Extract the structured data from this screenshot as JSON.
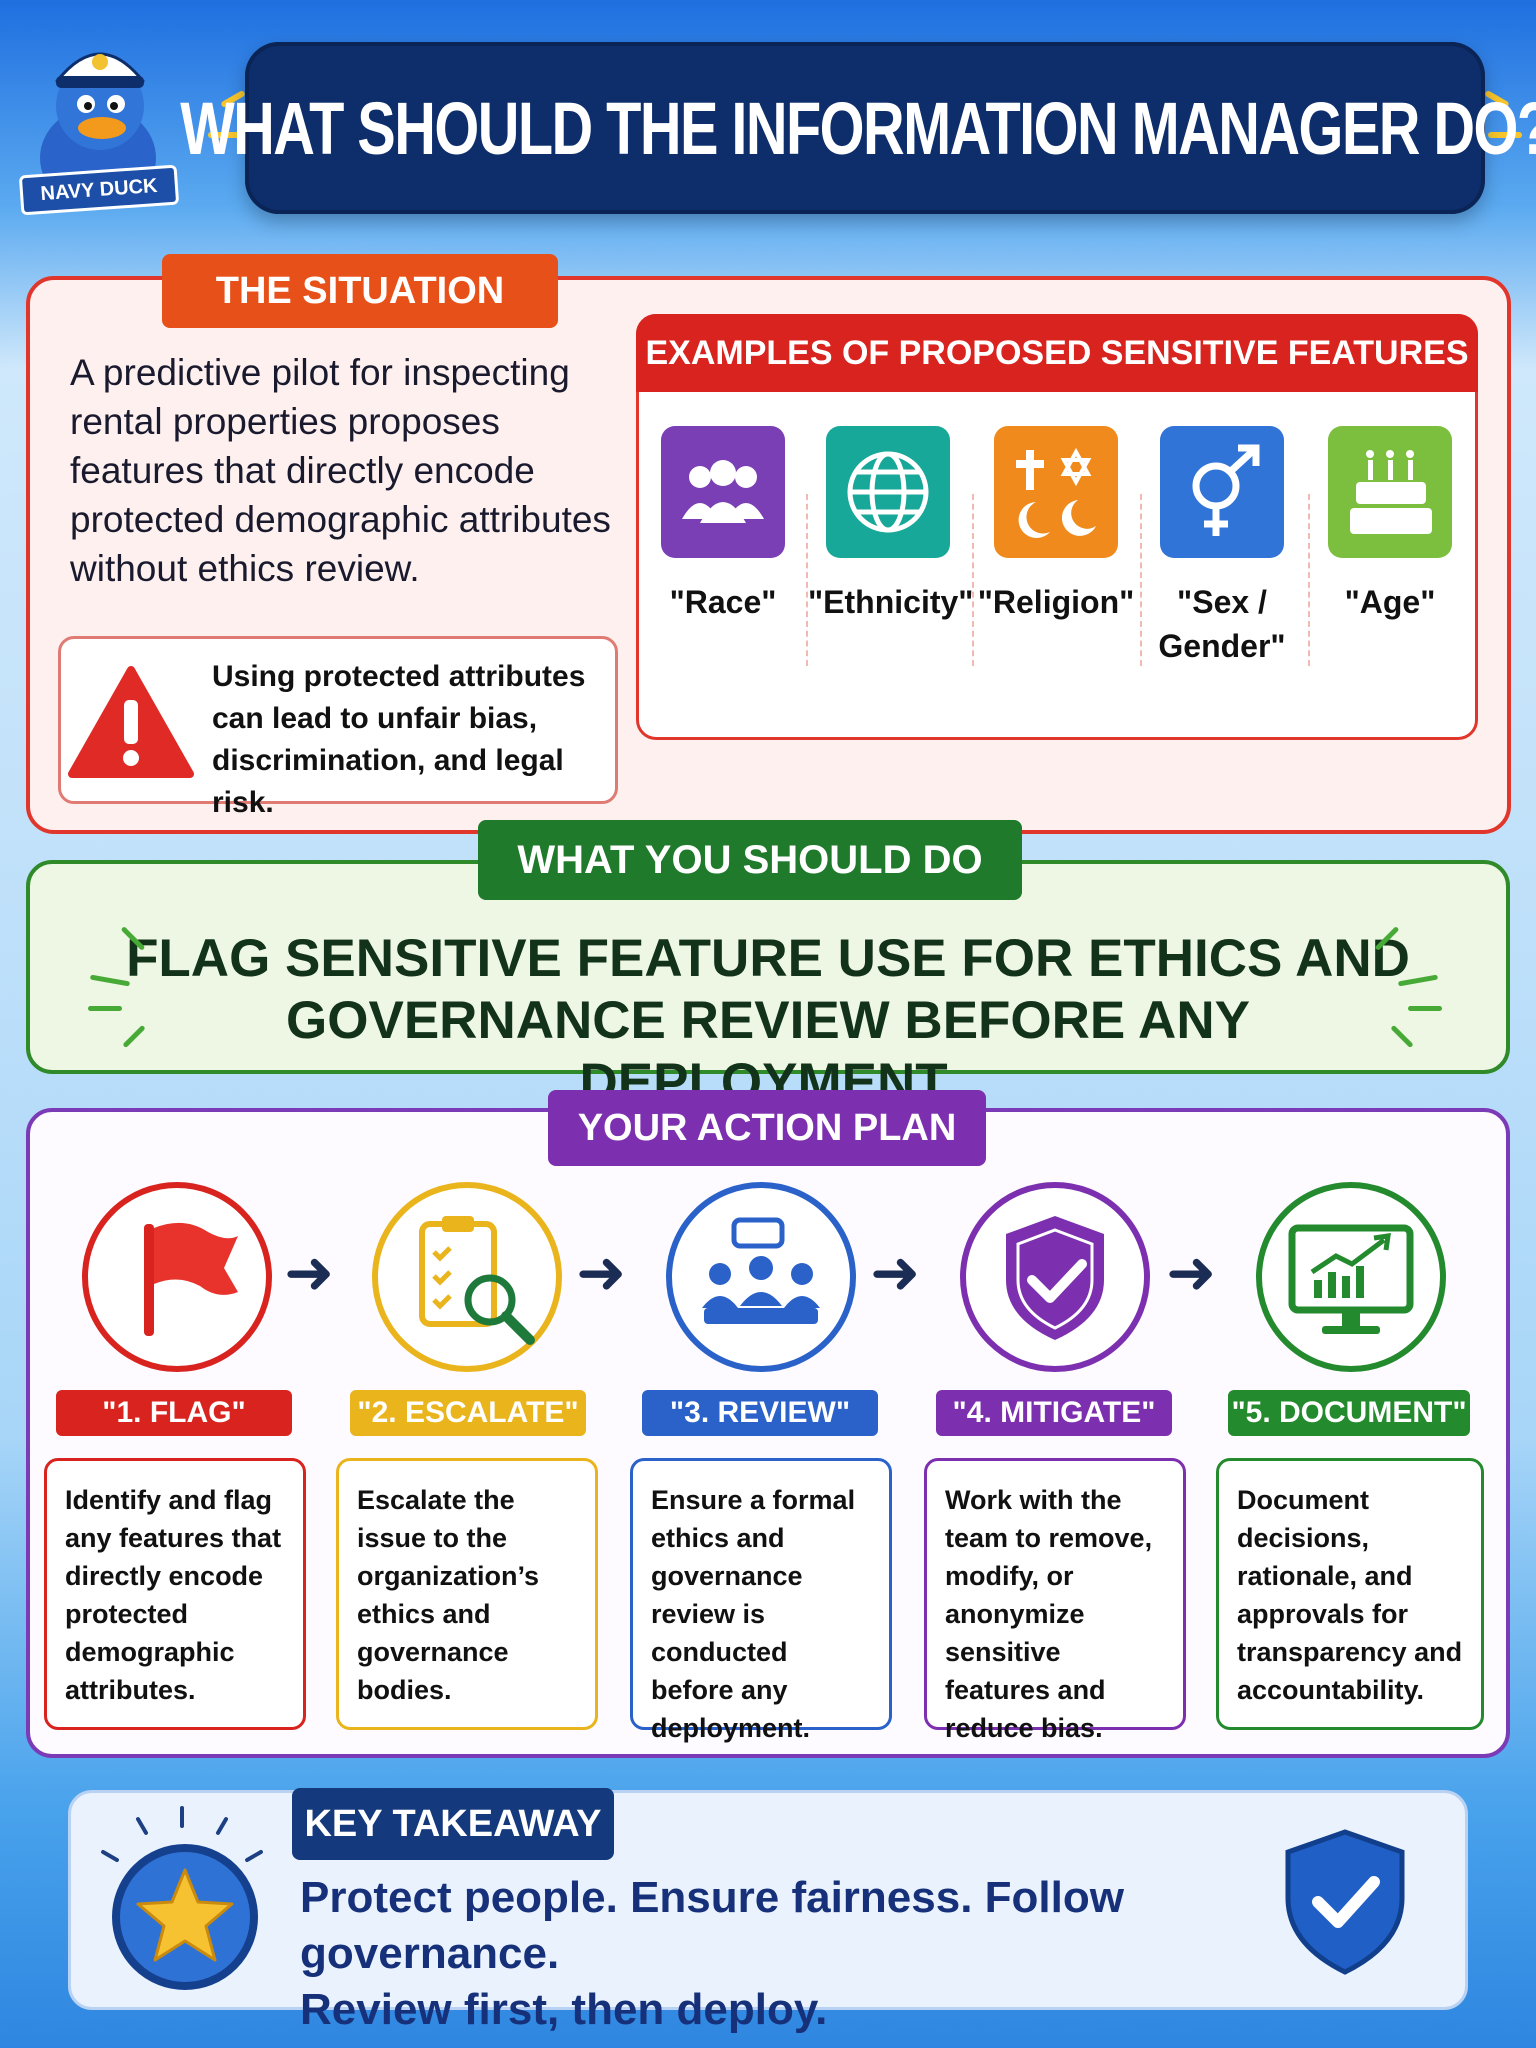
{
  "header": {
    "title": "WHAT SHOULD THE INFORMATION MANAGER DO?"
  },
  "mascot": {
    "badge": "NAVY DUCK"
  },
  "situation": {
    "tab": "THE SITUATION",
    "text": "A predictive pilot for inspecting rental properties proposes features that directly encode protected demographic attributes without ethics review.",
    "warning": "Using protected attributes can lead to unfair bias, discrimination, and legal risk.",
    "examples_title": "EXAMPLES OF PROPOSED SENSITIVE FEATURES",
    "features": [
      {
        "label": "\"Race\"",
        "icon": "people-group-icon",
        "color": "#7b3fb5"
      },
      {
        "label": "\"Ethnicity\"",
        "icon": "globe-icon",
        "color": "#17a89a"
      },
      {
        "label": "\"Religion\"",
        "icon": "religion-symbols-icon",
        "color": "#f08a1c"
      },
      {
        "label": "\"Sex / Gender\"",
        "icon": "gender-symbol-icon",
        "color": "#2f74d6"
      },
      {
        "label": "\"Age\"",
        "icon": "birthday-cake-icon",
        "color": "#7cbf3e"
      }
    ]
  },
  "action": {
    "tab": "WHAT YOU SHOULD DO",
    "text": "FLAG SENSITIVE FEATURE USE FOR ETHICS AND GOVERNANCE REVIEW BEFORE ANY DEPLOYMENT."
  },
  "plan": {
    "tab": "YOUR ACTION PLAN",
    "steps": [
      {
        "label": "\"1. FLAG\"",
        "color": "#d8231f",
        "icon": "flag-icon",
        "text": "Identify and flag any features that directly encode protected demographic attributes."
      },
      {
        "label": "\"2. ESCALATE\"",
        "color": "#eab41d",
        "icon": "clipboard-magnifier-icon",
        "text": "Escalate the issue to the organization’s ethics and governance bodies."
      },
      {
        "label": "\"3. REVIEW\"",
        "color": "#2a62c9",
        "icon": "meeting-icon",
        "text": "Ensure a formal ethics and governance review is conducted before any deployment."
      },
      {
        "label": "\"4. MITIGATE\"",
        "color": "#7c2fae",
        "icon": "shield-check-icon",
        "text": "Work with the team to remove, modify, or anonymize sensitive features and reduce bias."
      },
      {
        "label": "\"5. DOCUMENT\"",
        "color": "#238a2d",
        "icon": "monitor-chart-icon",
        "text": "Document decisions, rationale, and approvals for transparency and accountability."
      }
    ]
  },
  "takeaway": {
    "tab": "KEY TAKEAWAY",
    "line1": "Protect people. Ensure fairness. Follow governance.",
    "line2": "Review first, then deploy."
  }
}
